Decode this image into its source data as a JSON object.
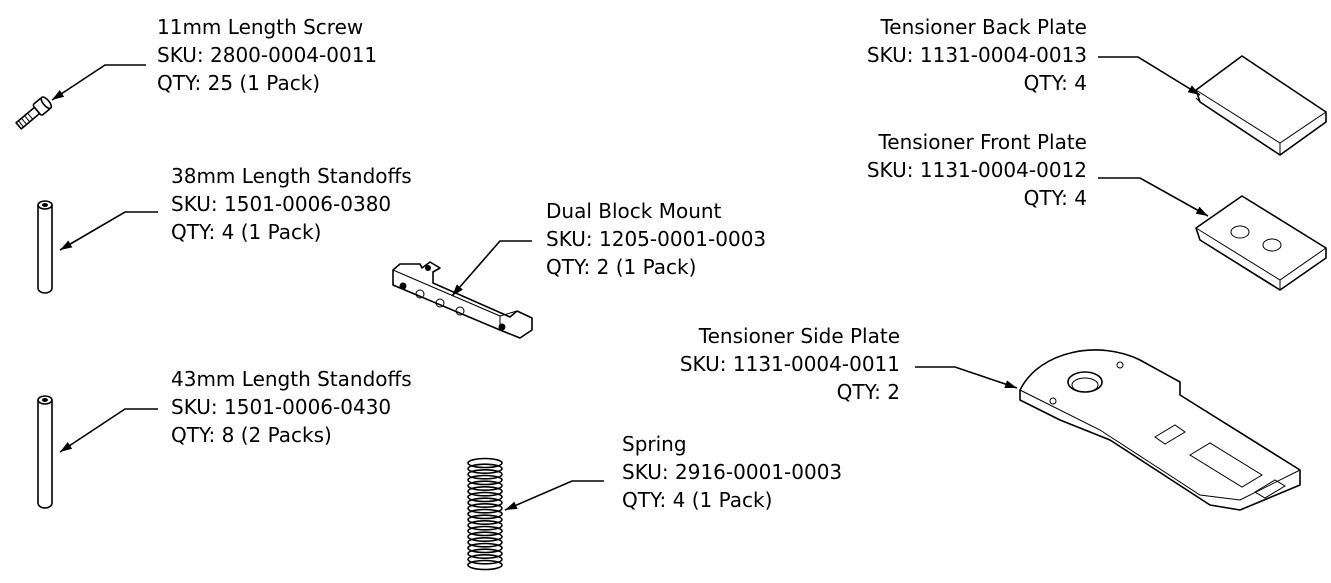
{
  "parts": {
    "screw": {
      "name": "11mm Length Screw",
      "sku": "SKU: 2800-0004-0011",
      "qty": "QTY: 25 (1 Pack)"
    },
    "standoff38": {
      "name": "38mm Length Standoffs",
      "sku": "SKU: 1501-0006-0380",
      "qty": "QTY: 4 (1 Pack)"
    },
    "standoff43": {
      "name": "43mm Length Standoffs",
      "sku": "SKU: 1501-0006-0430",
      "qty": "QTY: 8 (2 Packs)"
    },
    "dual_block": {
      "name": "Dual Block Mount",
      "sku": "SKU: 1205-0001-0003",
      "qty": "QTY: 2 (1 Pack)"
    },
    "spring": {
      "name": "Spring",
      "sku": "SKU: 2916-0001-0003",
      "qty": "QTY: 4 (1 Pack)"
    },
    "back_plate": {
      "name": "Tensioner Back Plate",
      "sku": "SKU: 1131-0004-0013",
      "qty": "QTY: 4"
    },
    "front_plate": {
      "name": "Tensioner Front Plate",
      "sku": "SKU: 1131-0004-0012",
      "qty": "QTY: 4"
    },
    "side_plate": {
      "name": "Tensioner Side Plate",
      "sku": "SKU: 1131-0004-0011",
      "qty": "QTY: 2"
    }
  },
  "icons": [
    "screw-icon",
    "standoff-icon",
    "dual-block-mount-icon",
    "spring-icon",
    "back-plate-icon",
    "front-plate-icon",
    "side-plate-icon"
  ]
}
